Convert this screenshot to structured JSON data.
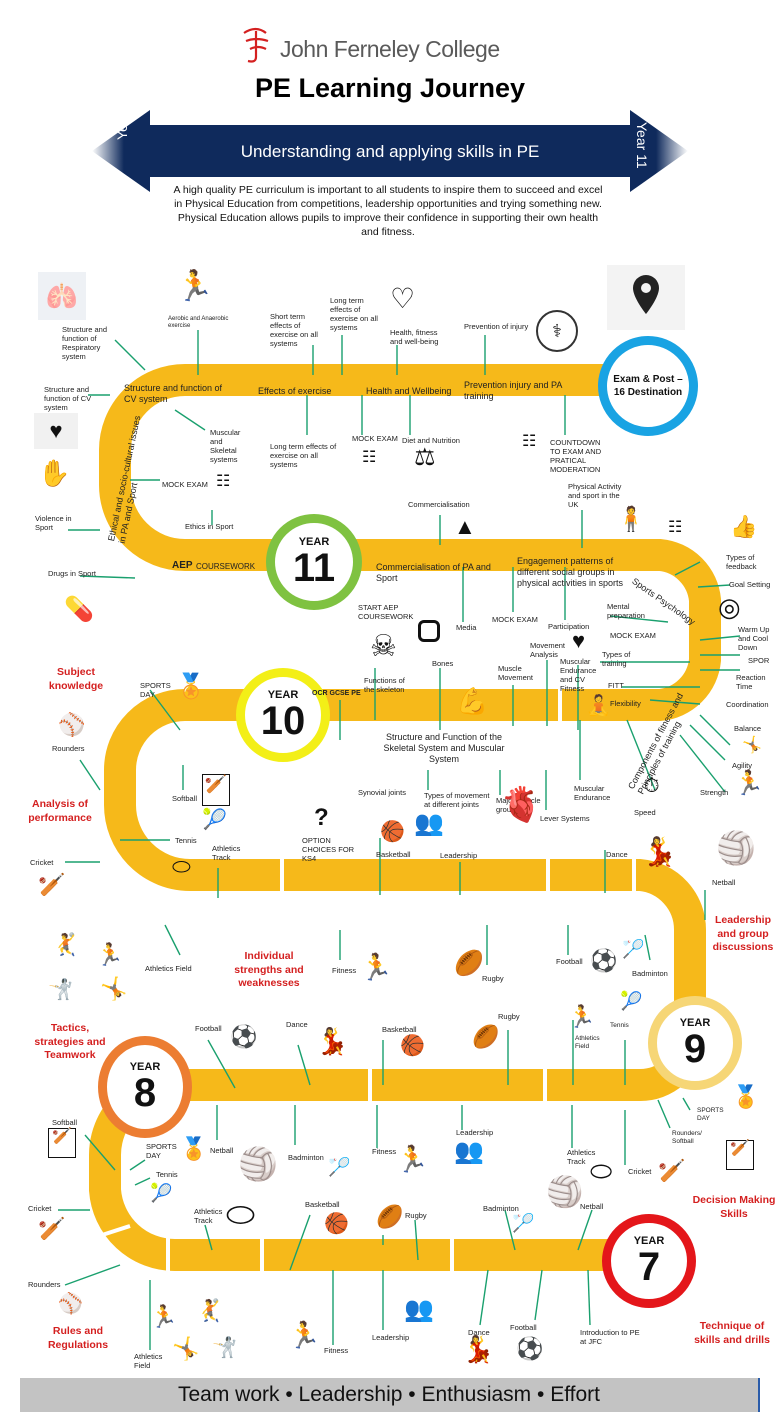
{
  "header": {
    "college": "John Ferneley College",
    "title": "PE Learning Journey",
    "banner": "Understanding and applying  skills in PE",
    "year_left": "Year 7",
    "year_right": "Year 11",
    "intro": "A high quality PE curriculum is important to all students to inspire them to succeed and excel in Physical Education from competitions, leadership opportunities and trying something new. Physical Education allows pupils to improve their confidence in supporting their own health and fitness."
  },
  "destination": "Exam & Post – 16 Destination",
  "years": {
    "y11": {
      "word": "YEAR",
      "num": "11"
    },
    "y10": {
      "word": "YEAR",
      "num": "10"
    },
    "y9": {
      "word": "YEAR",
      "num": "9"
    },
    "y8": {
      "word": "YEAR",
      "num": "8"
    },
    "y7": {
      "word": "YEAR",
      "num": "7"
    }
  },
  "skills": {
    "subject_knowledge": "Subject knowledge",
    "analysis": "Analysis of performance",
    "individual": "Individual strengths and weaknesses",
    "leadership_group": "Leadership and group discussions",
    "tactics": "Tactics, strategies and Teamwork",
    "decision": "Decision Making Skills",
    "rules": "Rules and Regulations",
    "technique": "Technique of skills and drills"
  },
  "footer": {
    "values": "Team work  •  Leadership  •  Enthusiasm  •  Effort"
  },
  "labels": {
    "resp": "Structure and function of Respiratory system",
    "aerobic": "Aerobic and Anaerobic exercise",
    "short_term": "Short term effects of exercise on all systems",
    "long_term_top": "Long term effects of exercise on all systems",
    "health_fitness": "Health, fitness and well-being",
    "prev_injury": "Prevention of injury",
    "cv_struct": "Structure and function of CV system",
    "road_cv": "Structure and function of CV system",
    "road_effects": "Effects of exercise",
    "road_health": "Health and Wellbeing",
    "road_prevention": "Prevention injury and PA training",
    "musc_skel": "Muscular and Skeletal systems",
    "long_term_bottom": "Long term effects of exercise on all systems",
    "mock1": "MOCK EXAM",
    "diet": "Diet and Nutrition",
    "countdown": "COUNTDOWN TO EXAM AND PRATICAL MODERATION",
    "mock2": "MOCK EXAM",
    "ethics_road": "Ethical and socio-cultural issues in PA and Sport",
    "ethics_sport": "Ethics in Sport",
    "violence": "Violence in Sport",
    "drugs": "Drugs in Sport",
    "commercialisation": "Commercialisation",
    "phys_activity": "Physical Activity and sport in the UK",
    "aep": "AEP",
    "coursework": "COURSEWORK",
    "road_commercial": "Commercialisation of PA and Sport",
    "road_engagement": "Engagement  patterns of different social groups in physical activities in sports",
    "sports_psych": "Sports Psychology",
    "feedback": "Types of feedback",
    "goal": "Goal Setting",
    "start_aep": "START AEP COURSEWORK",
    "media": "Media",
    "mock3": "MOCK EXAM",
    "participation": "Participation",
    "mental": "Mental preparation",
    "mock4": "MOCK EXAM",
    "warmup": "Warm Up and Cool Down",
    "spor": "SPOR",
    "types_training": "Types of training",
    "reaction": "Reaction Time",
    "fitt": "FITT",
    "flexibility": "Flexibility",
    "coordination": "Coordination",
    "balance": "Balance",
    "agility": "Agility",
    "strength": "Strength",
    "speed": "Speed",
    "components_road": "Components of fitness and Principles of training",
    "functions_skel": "Functions of the skeleton",
    "bones": "Bones",
    "muscle_movement": "Muscle Movement",
    "movement_analysis": "Movement Analysis",
    "musc_endurance_cv": "Muscular Endurance and CV Fitness",
    "ocr": "OCR GCSE PE",
    "road_skeletal": "Structure and Function of the Skeletal System and Muscular System",
    "synovial": "Synovial joints",
    "types_movement": "Types of movement at different joints",
    "major_muscle": "Major muscle groups",
    "lever": "Lever Systems",
    "musc_endurance": "Muscular Endurance",
    "y10_sports_day": "SPORTS DAY",
    "y10_rounders": "Rounders",
    "y10_softball": "Softball",
    "y10_tennis": "Tennis",
    "y10_athletics_track": "Athletics Track",
    "y10_cricket": "Cricket",
    "option": "OPTION CHOICES FOR KS4",
    "y10_basketball": "Basketball",
    "y10_leadership": "Leadership",
    "y10_dance": "Dance",
    "y10_netball": "Netball",
    "y10_athletics_field": "Athletics Field",
    "y10_fitness": "Fitness",
    "y10_rugby": "Rugby",
    "y10_football": "Football",
    "y10_badminton": "Badminton",
    "y9_football": "Football",
    "y9_dance": "Dance",
    "y9_basketball": "Basketball",
    "y9_rugby": "Rugby",
    "y9_athletics_field": "Athletics Field",
    "y9_tennis": "Tennis",
    "y9_sports_day": "SPORTS DAY",
    "y9_rounders_softball": "Rounders/ Softball",
    "y9_cricket": "Cricket",
    "y9_athletics_track": "Athletics Track",
    "y9_netball": "Netball",
    "y9_badminton": "Badminton",
    "y9_fitness": "Fitness",
    "y9_leadership": "Leadership",
    "y8_softball": "Softball",
    "y8_sports_day": "SPORTS DAY",
    "y8_tennis": "Tennis",
    "y8_cricket": "Cricket",
    "y8_athletics_track": "Athletics Track",
    "y8_basketball": "Basketball",
    "y8_rugby": "Rugby",
    "y8_badminton": "Badminton",
    "y8_netball": "Netball",
    "y8_rounders": "Rounders",
    "y8_fitness": "Fitness",
    "y8_leadership": "Leadership",
    "y8_dance": "Dance",
    "y8_football": "Football",
    "y8_athletics_field": "Athletics Field",
    "y7_intro": "Introduction to PE at JFC"
  },
  "icons": [
    "heart-icon",
    "running-icon",
    "location-pin-icon",
    "scale-apple-icon",
    "medal-icon",
    "instagram-icon",
    "skeleton-icon",
    "heart-icon",
    "football-icon",
    "badminton-icon",
    "dancer-icon",
    "basketball-icon"
  ],
  "colors": {
    "road": "#f6b91a",
    "navy": "#0f2a5c",
    "red": "#d42020",
    "y11": "#7fc241",
    "y10": "#f3ef17",
    "y9": "#f6d676",
    "y8": "#ec7d32",
    "y7": "#e4161a",
    "dest": "#19a3e3",
    "footer": "#c3c3c3"
  }
}
